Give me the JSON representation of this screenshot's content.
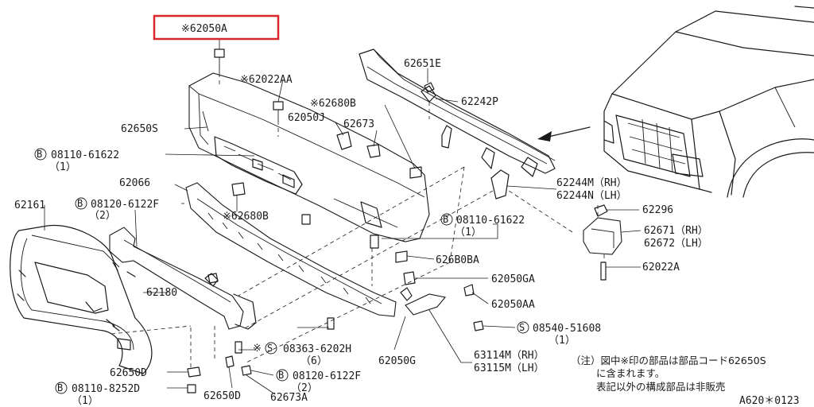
{
  "highlighted_part": "※62050A",
  "labels": {
    "p62050A": "※62050A",
    "p62022AA": "※62022AA",
    "p62651E": "62651E",
    "p62242P": "62242P",
    "p62680B_top": "※62680B",
    "p62050J": "62050J",
    "p62673": "62673",
    "p62650S": "62650S",
    "b08110_61622_l": "08110-61622",
    "b08110_61622_l_qty": "（1）",
    "p62066": "62066",
    "b08120_6122F_l": "08120-6122F",
    "b08120_6122F_l_qty": "（2）",
    "p62680B_mid": "※62680B",
    "p62161": "62161",
    "p62180": "62180",
    "p62244M": "62244M（RH）",
    "p62244N": "62244N（LH）",
    "p62296": "62296",
    "p62671": "62671（RH）",
    "p62672": "62672（LH）",
    "b08110_61622_r": "08110-61622",
    "b08110_61622_r_qty": "（1）",
    "p62680BA": "626B0BA",
    "p62022A": "62022A",
    "p62050GA": "62050GA",
    "p62050AA": "62050AA",
    "s08540_51608": "08540-51608",
    "s08540_51608_qty": "（1）",
    "s08363_6202H": "08363-6202H",
    "s08363_6202H_pre": "※",
    "s08363_6202H_qty": "（6）",
    "p62050G": "62050G",
    "p63114M": "63114M（RH）",
    "p63115M": "63115M（LH）",
    "b08120_6122F_b": "08120-6122F",
    "b08120_6122F_b_qty": "（2）",
    "p62650D_a": "62650D",
    "p62650D_b": "62650D",
    "p62673A": "62673A",
    "b08110_8252D": "08110-8252D",
    "b08110_8252D_qty": "（1）"
  },
  "bolt_markers": {
    "B": "B",
    "S": "S"
  },
  "note": {
    "line1": "（注）図中※印の部品は部品コード62650S",
    "line2": "に含まれます。",
    "line3": "表記以外の構成部品は非販売"
  },
  "figure_code": "A620＊0123"
}
